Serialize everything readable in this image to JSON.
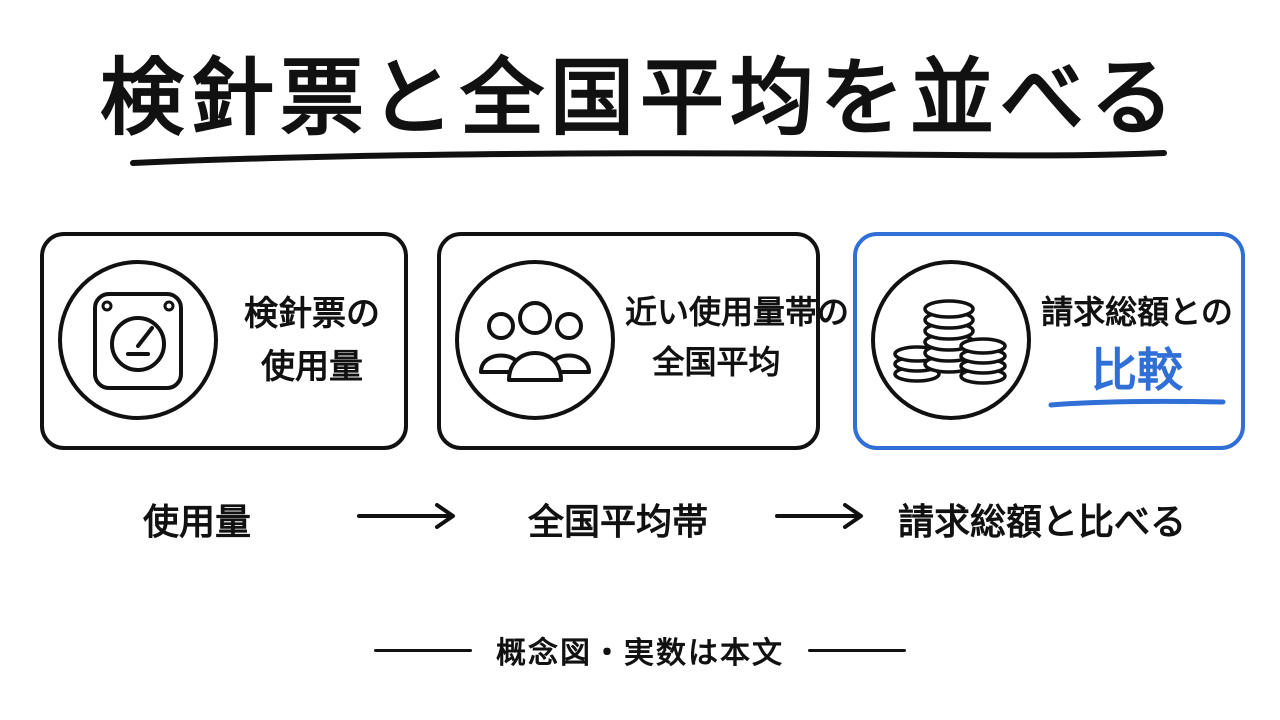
{
  "title": "検針票と全国平均を並べる",
  "cards": [
    {
      "lines": [
        "検針票の",
        "使用量"
      ],
      "icon": "meter-icon"
    },
    {
      "lines": [
        "近い使用量帯の",
        "全国平均"
      ],
      "icon": "people-group-icon"
    },
    {
      "lines": [
        "請求総額との"
      ],
      "highlight": "比較",
      "icon": "coin-stack-icon"
    }
  ],
  "flow": [
    "使用量",
    "全国平均帯",
    "請求総額と比べる"
  ],
  "footnote": "概念図・実数は本文",
  "colors": {
    "text": "#111111",
    "accent": "#2f6fd6",
    "background": "#ffffff"
  }
}
